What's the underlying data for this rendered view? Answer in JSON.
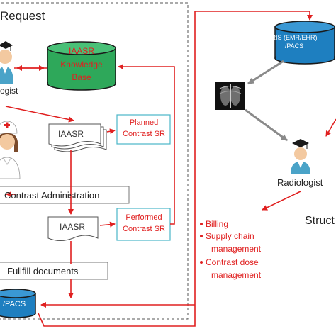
{
  "title": "Request",
  "nodes": {
    "knowledge_base": {
      "line1": "IAASR",
      "line2": "Knowledge",
      "line3": "Base"
    },
    "ris": {
      "line1": "RIS (EMR/EHR)",
      "line2": "/PACS"
    },
    "pacs_bottom": {
      "label": "/PACS"
    },
    "doc_request": {
      "label": "IAASR"
    },
    "doc_performed": {
      "label": "IAASR"
    },
    "planned_sr": {
      "line1": "Planned",
      "line2": "Contrast SR"
    },
    "performed_sr": {
      "line1": "Performed",
      "line2": "Contrast SR"
    },
    "contrast_admin": {
      "label": "Contrast Administration"
    },
    "fullfill_docs": {
      "label": "Fullfill documents"
    },
    "radiologist_left": {
      "label": "ogist"
    },
    "radiologist_right": {
      "label": "Radiologist"
    },
    "structured": {
      "label": "Struct"
    }
  },
  "outcomes": {
    "l1": "Billing",
    "l2": "Supply chain",
    "l3": "management",
    "l4": "Contrast dose",
    "l5": "management"
  },
  "colors": {
    "arrow_red": "#e02020",
    "kb_green": "#2ea85a",
    "ris_blue": "#1e7fc0",
    "sr_border": "#49b6c7",
    "arrow_gray": "#8a8a8a"
  }
}
